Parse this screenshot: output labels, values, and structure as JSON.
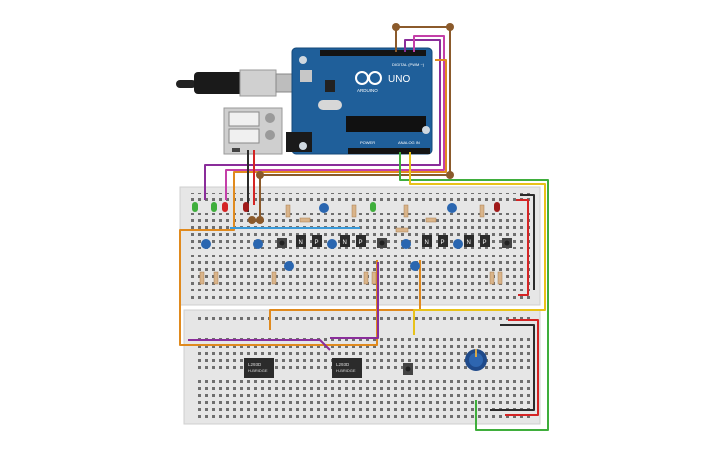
{
  "arduino": {
    "brand": "ARDUINO",
    "model": "UNO",
    "digital_label": "DIGITAL (PWM ~)",
    "power_label": "POWER",
    "analog_label": "ANALOG IN"
  },
  "chips": [
    {
      "line1": "L293D",
      "line2": "H-BRIDGE"
    },
    {
      "line1": "L293D",
      "line2": "H-BRIDGE"
    }
  ],
  "transistors": [
    {
      "label": "N"
    },
    {
      "label": "P"
    },
    {
      "label": "N"
    },
    {
      "label": "P"
    },
    {
      "label": "N"
    },
    {
      "label": "P"
    },
    {
      "label": "N"
    },
    {
      "label": "P"
    }
  ],
  "colors": {
    "board": "#1f5f9a",
    "breadboard": "#e6e6e6",
    "wire_orange": "#e08a1e",
    "wire_purple": "#8a2d9a",
    "wire_green": "#3fae3c",
    "wire_yellow": "#e8c21a",
    "wire_red": "#d42424",
    "wire_black": "#2b2b2b",
    "wire_brown": "#8b5a2b",
    "wire_blue": "#3b9ad8"
  }
}
